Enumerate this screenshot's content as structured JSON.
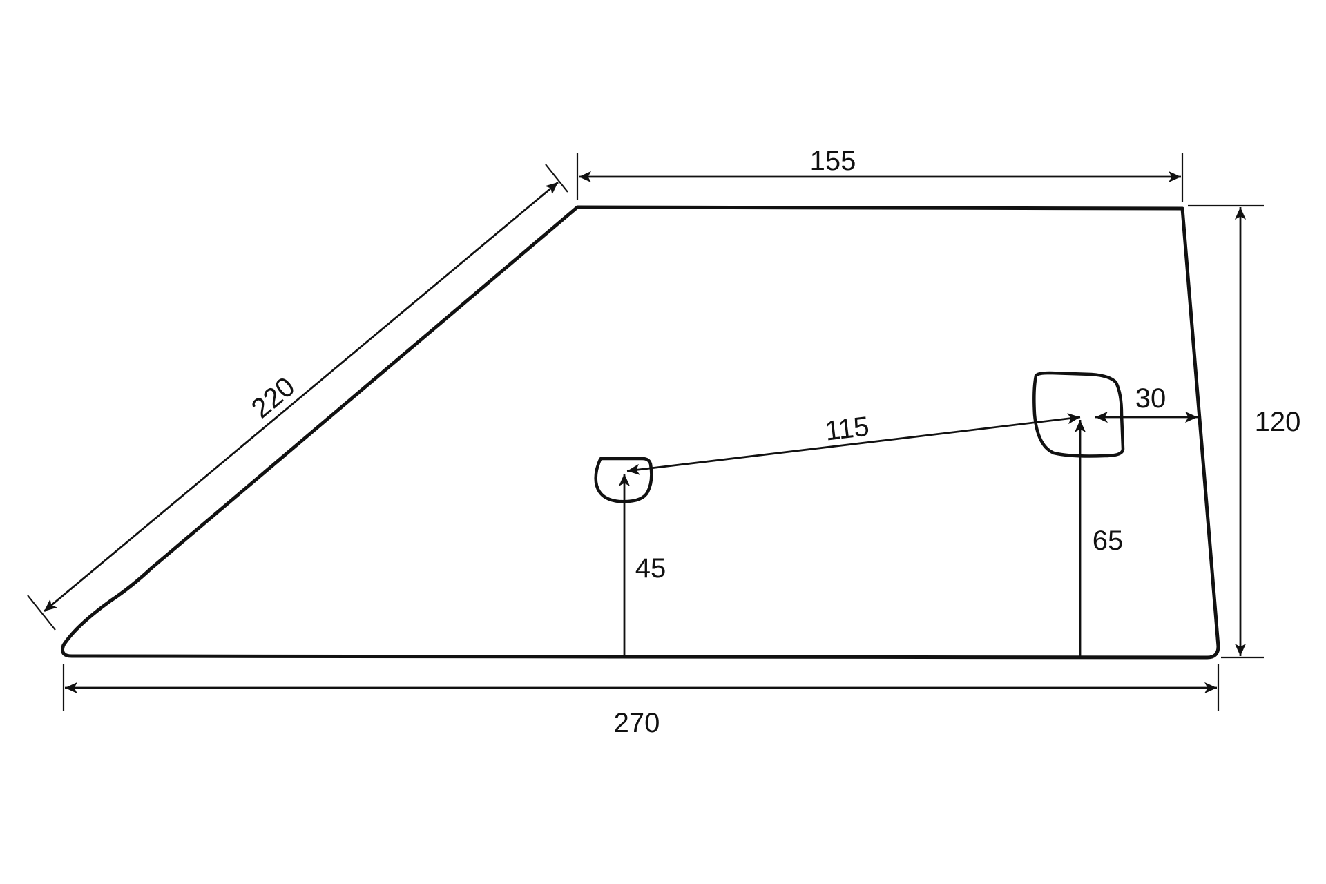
{
  "diagram": {
    "outline_color": "#111111",
    "background_color": "#ffffff",
    "dimensions": {
      "top_edge": "155",
      "slanted_edge": "220",
      "bottom_edge": "270",
      "height": "120",
      "hole_spacing": "115",
      "large_hole_to_right_edge": "30",
      "small_hole_height": "45",
      "large_hole_height": "65"
    }
  }
}
